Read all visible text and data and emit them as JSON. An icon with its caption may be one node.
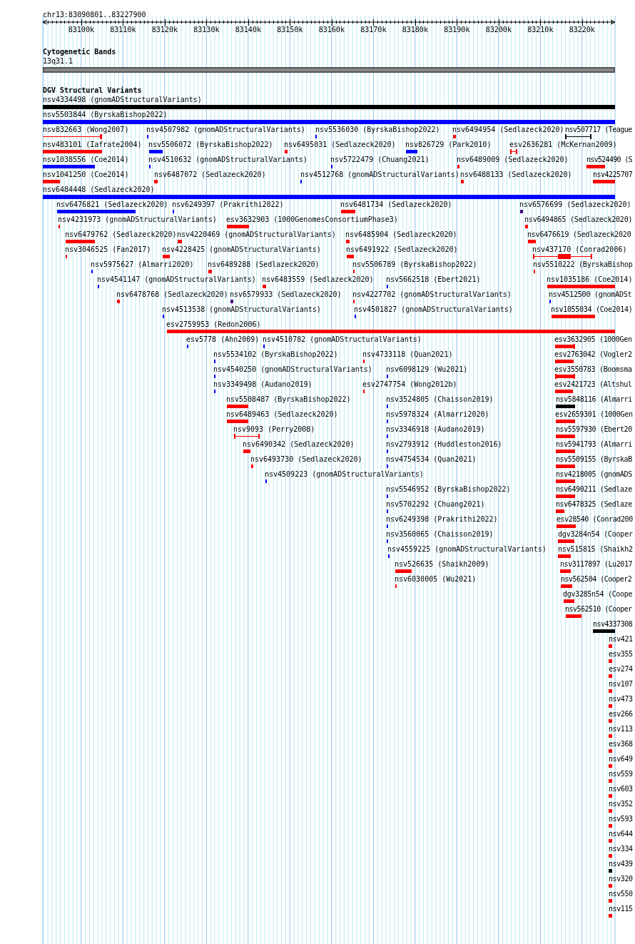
{
  "diagram": {
    "labels": [
      "chr13:83090801..83227900",
      "83100k",
      "83110k",
      "83120k",
      "83130k",
      "83140k",
      "83150k",
      "83160k",
      "83170k",
      "83180k",
      "83190k",
      "83200k",
      "83210k",
      "83220k",
      "Cytogenetic Bands",
      "DGV Structural Variants"
    ],
    "nodes": [
      {
        "text": [
          "13q31.1"
        ]
      },
      {
        "text": [
          "nsv4334498 (gnomADStructuralVariants)"
        ]
      },
      {
        "text": [
          "nsv5503844 (ByrskaBishop2022)"
        ]
      },
      {
        "text": [
          "nsv832663 (Wong2007)"
        ]
      },
      {
        "text": [
          "nsv4507982 (gnomADStructuralVariants)"
        ]
      },
      {
        "text": [
          "nsv5536030 (ByrskaBishop2022)"
        ]
      },
      {
        "text": [
          "nsv6494954 (Sedlazeck2020)"
        ]
      },
      {
        "text": [
          "nsv507717 (Teague"
        ]
      },
      {
        "text": [
          "nsv483101 (Iafrate2004)"
        ]
      },
      {
        "text": [
          "nsv5506072 (ByrskaBishop2022)"
        ]
      },
      {
        "text": [
          "nsv6495031 (Sedlazeck2020)"
        ]
      },
      {
        "text": [
          "nsv826729 (Park2010)"
        ]
      },
      {
        "text": [
          "esv2636281 (McKernan2009)"
        ]
      },
      {
        "text": [
          "nsv1038556 (Coe2014)"
        ]
      },
      {
        "text": [
          "nsv4510632 (gnomADStructuralVariants)"
        ]
      },
      {
        "text": [
          "nsv5722479 (Chuang2021)"
        ]
      },
      {
        "text": [
          "nsv6489009 (Sedlazeck2020)"
        ]
      },
      {
        "text": [
          "nsv524490 (S"
        ]
      },
      {
        "text": [
          "nsv1041250 (Coe2014)"
        ]
      },
      {
        "text": [
          "nsv6487072 (Sedlazeck2020)"
        ]
      },
      {
        "text": [
          "nsv4512768 (gnomADStructuralVariants)"
        ]
      },
      {
        "text": [
          "nsv6488133 (Sedlazeck2020)"
        ]
      },
      {
        "text": [
          "nsv4225707"
        ]
      },
      {
        "text": [
          "nsv6484448 (Sedlazeck2020)"
        ]
      },
      {
        "text": [
          "nsv6476821 (Sedlazeck2020)"
        ]
      },
      {
        "text": [
          "nsv6249397 (Prakrithi2022)"
        ]
      },
      {
        "text": [
          "nsv6481734 (Sedlazeck2020)"
        ]
      },
      {
        "text": [
          "nsv6576699 (Sedlazeck2020)"
        ]
      },
      {
        "text": [
          "nsv4231973 (gnomADStructuralVariants)"
        ]
      },
      {
        "text": [
          "esv3632903 (1000GenomesConsortiumPhase3)"
        ]
      },
      {
        "text": [
          "nsv6494865 (Sedlazeck2020)"
        ]
      },
      {
        "text": [
          "nsv6479762 (Sedlazeck2020)"
        ]
      },
      {
        "text": [
          "nsv4220469 (gnomADStructuralVariants)"
        ]
      },
      {
        "text": [
          "nsv6485904 (Sedlazeck2020)"
        ]
      },
      {
        "text": [
          "nsv6476619 (Sedlazeck2020"
        ]
      },
      {
        "text": [
          "nsv3046525 (Fan2017)"
        ]
      },
      {
        "text": [
          "nsv4228425 (gnomADStructuralVariants)"
        ]
      },
      {
        "text": [
          "nsv6491922 (Sedlazeck2020)"
        ]
      },
      {
        "text": [
          "nsv437170 (Conrad2006)"
        ]
      },
      {
        "text": [
          "nsv5975627 (Almarri2020)"
        ]
      },
      {
        "text": [
          "nsv6489288 (Sedlazeck2020)"
        ]
      },
      {
        "text": [
          "nsv5506789 (ByrskaBishop2022)"
        ]
      },
      {
        "text": [
          "nsv5510222 (ByrskaBishop"
        ]
      },
      {
        "text": [
          "nsv4541147 (gnomADStructuralVariants)"
        ]
      },
      {
        "text": [
          "nsv6483559 (Sedlazeck2020)"
        ]
      },
      {
        "text": [
          "nsv5662518 (Ebert2021)"
        ]
      },
      {
        "text": [
          "nsv1035186 (Coe2014)"
        ]
      },
      {
        "text": [
          "nsv6478768 (Sedlazeck2020)"
        ]
      },
      {
        "text": [
          "nsv6579933 (Sedlazeck2020)"
        ]
      },
      {
        "text": [
          "nsv4227702 (gnomADStructuralVariants)"
        ]
      },
      {
        "text": [
          "nsv4512500 (gnomADSt"
        ]
      },
      {
        "text": [
          "nsv4513538 (gnomADStructuralVariants)"
        ]
      },
      {
        "text": [
          "nsv4501827 (gnomADStructuralVariants)"
        ]
      },
      {
        "text": [
          "nsv1055034 (Coe2014)"
        ]
      },
      {
        "text": [
          "esv2759953 (Redon2006)"
        ]
      },
      {
        "text": [
          "esv5778 (Ahn2009)"
        ]
      },
      {
        "text": [
          "nsv4510782 (gnomADStructuralVariants)"
        ]
      },
      {
        "text": [
          "esv3632905 (1000Gen"
        ]
      },
      {
        "text": [
          "nsv5534102 (ByrskaBishop2022)"
        ]
      },
      {
        "text": [
          "nsv4733118 (Quan2021)"
        ]
      },
      {
        "text": [
          "esv2763042 (Vogler2"
        ]
      },
      {
        "text": [
          "nsv4540250 (gnomADStructuralVariants)"
        ]
      },
      {
        "text": [
          "nsv6098129 (Wu2021)"
        ]
      },
      {
        "text": [
          "esv3550783 (Boomsma"
        ]
      },
      {
        "text": [
          "nsv3349498 (Audano2019)"
        ]
      },
      {
        "text": [
          "esv2747754 (Wong2012b)"
        ]
      },
      {
        "text": [
          "esv2421723 (Altshul"
        ]
      },
      {
        "text": [
          "nsv5508487 (ByrskaBishop2022)"
        ]
      },
      {
        "text": [
          "nsv3524805 (Chaisson2019)"
        ]
      },
      {
        "text": [
          "nsv5848116 (Almarri"
        ]
      },
      {
        "text": [
          "nsv6489463 (Sedlazeck2020)"
        ]
      },
      {
        "text": [
          "nsv5978324 (Almarri2020)"
        ]
      },
      {
        "text": [
          "esv2659301 (1000Gen"
        ]
      },
      {
        "text": [
          "nsv9093 (Perry2008)"
        ]
      },
      {
        "text": [
          "nsv3346918 (Audano2019)"
        ]
      },
      {
        "text": [
          "nsv5597930 (Ebert20"
        ]
      },
      {
        "text": [
          "nsv6490342 (Sedlazeck2020)"
        ]
      },
      {
        "text": [
          "nsv2793912 (Huddleston2016)"
        ]
      },
      {
        "text": [
          "nsv5941793 (Almarri"
        ]
      },
      {
        "text": [
          "nsv6493730 (Sedlazeck2020)"
        ]
      },
      {
        "text": [
          "nsv4754534 (Quan2021)"
        ]
      },
      {
        "text": [
          "nsv5509155 (ByrskaB"
        ]
      },
      {
        "text": [
          "nsv4509223 (gnomADStructuralVariants)"
        ]
      },
      {
        "text": [
          "nsv4218005 (gnomADS"
        ]
      },
      {
        "text": [
          "nsv5546952 (ByrskaBishop2022)"
        ]
      },
      {
        "text": [
          "nsv6490211 (Sedlaze"
        ]
      },
      {
        "text": [
          "nsv5702292 (Chuang2021)"
        ]
      },
      {
        "text": [
          "nsv6478325 (Sedlaze"
        ]
      },
      {
        "text": [
          "nsv6249398 (Prakrithi2022)"
        ]
      },
      {
        "text": [
          "esv28540 (Conrad200"
        ]
      },
      {
        "text": [
          "nsv3560065 (Chaisson2019)"
        ]
      },
      {
        "text": [
          "dgv3284n54 (Cooper"
        ]
      },
      {
        "text": [
          "nsv4559225 (gnomADStructuralVariants)"
        ]
      },
      {
        "text": [
          "nsv515815 (Shaikh2"
        ]
      },
      {
        "text": [
          "nsv526635 (Shaikh2009)"
        ]
      },
      {
        "text": [
          "nsv3117897 (Lu2017"
        ]
      },
      {
        "text": [
          "nsv6030005 (Wu2021)"
        ]
      },
      {
        "text": [
          "nsv562504 (Cooper2"
        ]
      },
      {
        "text": [
          "dgv3285n54 (Coope"
        ]
      },
      {
        "text": [
          "nsv562510 (Cooper"
        ]
      },
      {
        "text": [
          "nsv4337308"
        ]
      },
      {
        "text": [
          "nsv421"
        ]
      },
      {
        "text": [
          "esv355"
        ]
      },
      {
        "text": [
          "esv274"
        ]
      },
      {
        "text": [
          "nsv107"
        ]
      },
      {
        "text": [
          "nsv473"
        ]
      },
      {
        "text": [
          "esv266"
        ]
      },
      {
        "text": [
          "nsv113"
        ]
      },
      {
        "text": [
          "esv368"
        ]
      },
      {
        "text": [
          "nsv649"
        ]
      },
      {
        "text": [
          "nsv559"
        ]
      },
      {
        "text": [
          "nsv603"
        ]
      },
      {
        "text": [
          "nsv352"
        ]
      },
      {
        "text": [
          "nsv593"
        ]
      },
      {
        "text": [
          "nsv644"
        ]
      },
      {
        "text": [
          "nsv334"
        ]
      },
      {
        "text": [
          "nsv439"
        ]
      },
      {
        "text": [
          "nsv320"
        ]
      },
      {
        "text": [
          "nsv550"
        ]
      },
      {
        "text": [
          "nsv115"
        ]
      }
    ]
  }
}
